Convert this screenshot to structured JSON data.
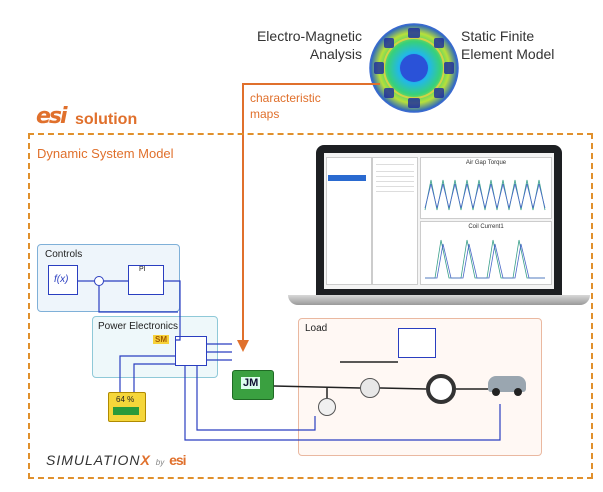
{
  "header": {
    "em_analysis": "Electro-Magnetic\nAnalysis",
    "fe_model": "Static Finite\nElement Model",
    "characteristic_maps": "characteristic\nmaps"
  },
  "brand": {
    "esi_logo_text": "esi",
    "solution_label": "solution",
    "simulationx_text": "SIMULATION",
    "simulationx_x": "X",
    "by_text": "by",
    "footer_esi": "esi"
  },
  "model": {
    "dynamic_system_model": "Dynamic System Model",
    "controls": "Controls",
    "power_electronics": "Power Electronics",
    "load": "Load",
    "fx": "f(x)",
    "pi": "PI",
    "sm": "SM",
    "jm": "JM",
    "battery_percent": "64 %"
  },
  "laptop": {
    "chart1_title": "Air Gap Torque",
    "chart2_title": "Coil Current1"
  },
  "colors": {
    "accent": "#e0702c",
    "controls_border": "#7fb0d8",
    "power_border": "#8fc9d8",
    "load_border": "#eab8a0",
    "signal_blue": "#2a3ec0"
  }
}
